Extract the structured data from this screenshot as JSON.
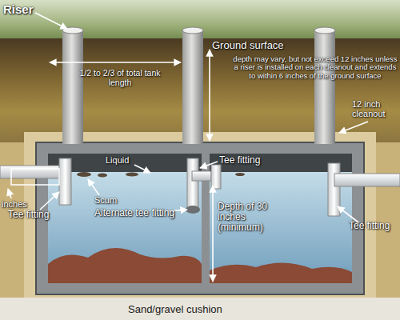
{
  "diagram": {
    "labels": [
      "Riser",
      "Ground surface",
      "depth may vary, but not exceed 12 inches unless a riser is installed on each cleanout and extends to within 6 inches of the ground surface",
      "1/2 to 2/3 of total tank length",
      "12 inch cleanout",
      "inches",
      "Tee fitting",
      "Liquid",
      "Scum",
      "Tee fitting",
      "Alternate tee fitting",
      "Depth of 30 inches (minimum)",
      "Tee fitting",
      "Sand/gravel cushion"
    ]
  }
}
